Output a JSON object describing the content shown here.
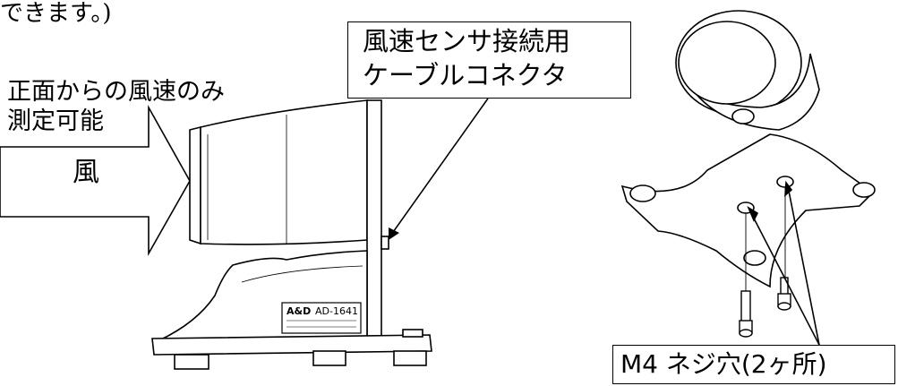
{
  "intro_fragment": "できます。)",
  "wind_direction_note": {
    "line1": "正面からの風速のみ",
    "line2": "測定可能"
  },
  "wind_arrow_label": "風",
  "connector_callout": {
    "line1": "風速センサ接続用",
    "line2": "ケーブルコネクタ"
  },
  "screw_hole_callout": "M4 ネジ穴(2ヶ所)",
  "device_label": {
    "brand": "A&D",
    "model": "AD-1641"
  }
}
